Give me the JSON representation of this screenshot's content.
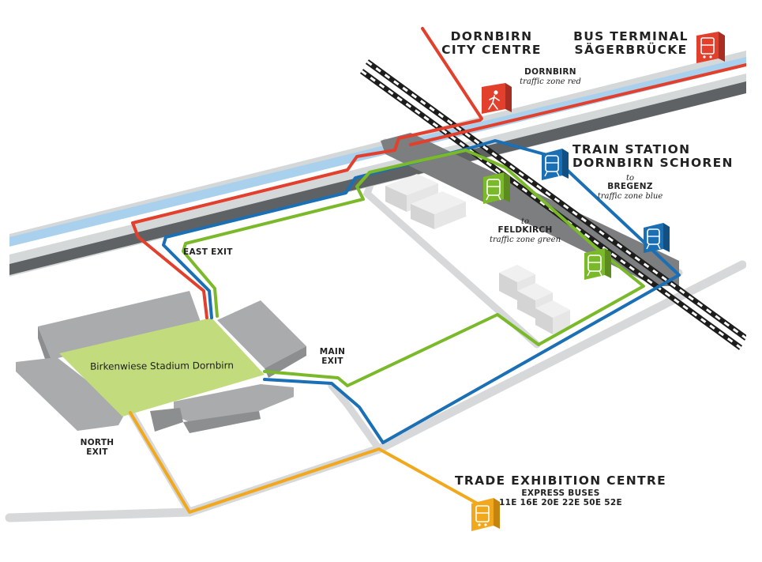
{
  "stadium": {
    "name": "Birkenwiese Stadium Dornbirn"
  },
  "exits": {
    "east": "EAST EXIT",
    "main": [
      "MAIN",
      "EXIT"
    ],
    "north": [
      "NORTH",
      "EXIT"
    ]
  },
  "destinations": {
    "city_centre": {
      "title": [
        "DORNBIRN",
        "CITY CENTRE"
      ],
      "icon": "pedestrian-icon",
      "color": "#e2402d"
    },
    "bus_terminal": {
      "title": [
        "BUS TERMINAL",
        "SÄGERBRÜCKE"
      ],
      "icon": "bus-icon",
      "color": "#e2402d"
    },
    "red_zone": {
      "place": "DORNBIRN",
      "zone": "traffic zone red"
    },
    "train_station": {
      "title": [
        "TRAIN STATION",
        "DORNBIRN SCHOREN"
      ],
      "to": "to",
      "direction": "BREGENZ",
      "zone": "traffic zone blue",
      "icon": "train-icon",
      "color": "#1a6fb5"
    },
    "feldkirch": {
      "to": "to",
      "direction": "FELDKIRCH",
      "zone": "traffic zone green",
      "icon": "train-icon",
      "color": "#7ab929"
    },
    "trade_exhibition": {
      "title": "TRADE EXHIBITION CENTRE",
      "subtitle": "EXPRESS BUSES",
      "routes": "11E 16E 20E 22E 50E 52E",
      "icon": "bus-icon",
      "color": "#f2a81d"
    }
  },
  "route_colors": {
    "red": "#e2402d",
    "blue": "#1a6fb5",
    "green": "#7ab929",
    "orange": "#f2a81d"
  }
}
